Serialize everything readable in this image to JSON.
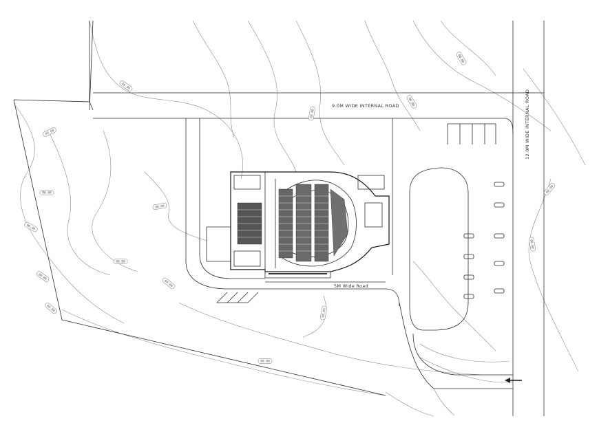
{
  "labels": {
    "top_road": "9.0M WIDE INTERNAL ROAD",
    "right_road": "12.0M WIDE INTERNAL ROAD",
    "south_road": "5M Wide Road"
  },
  "contour_tags": [
    "00.00",
    "00.00",
    "00.00",
    "00.00",
    "00.00",
    "00.00",
    "00.00",
    "00.00",
    "00.00",
    "00.00",
    "00.00",
    "00.00",
    "00.00",
    "00.00",
    "00.00",
    "00.00"
  ],
  "colors": {
    "linework": "#2a2a2a",
    "contours": "#8a8a8a",
    "background": "#ffffff"
  },
  "icons": {
    "entry_arrow": "arrow-left-icon"
  }
}
